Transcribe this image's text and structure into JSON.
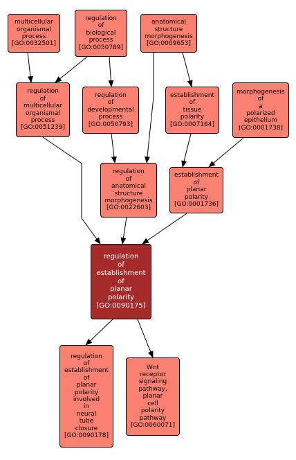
{
  "colors": {
    "node_fill": "#fa8072",
    "main_fill": "#a52a2a",
    "main_text": "#ffffff",
    "edge": "#000000"
  },
  "nodes": [
    {
      "id": "n1",
      "label": "multicellular\norganismal\nprocess\n[GO:0032501]"
    },
    {
      "id": "n2",
      "label": "regulation\nof\nbiological\nprocess\n[GO:0050789]"
    },
    {
      "id": "n3",
      "label": "anatomical\nstructure\nmorphogenesis\n[GO:0009653]"
    },
    {
      "id": "n4",
      "label": "regulation\nof\nmulticellular\norganismal\nprocess\n[GO:0051239]"
    },
    {
      "id": "n5",
      "label": "regulation\nof\ndevelopmental\nprocess\n[GO:0050793]"
    },
    {
      "id": "n6",
      "label": "establishment\nof\ntissue\npolarity\n[GO:0007164]"
    },
    {
      "id": "n7",
      "label": "morphogenesis\nof\na\npolarized\nepithelium\n[GO:0001738]"
    },
    {
      "id": "n8",
      "label": "regulation\nof\nanatomical\nstructure\nmorphogenesis\n[GO:0022603]"
    },
    {
      "id": "n9",
      "label": "establishment\nof\nplanar\npolarity\n[GO:0001736]"
    },
    {
      "id": "n10",
      "label": "regulation\nof\nestablishment\nof\nplanar\npolarity\n[GO:0090175]"
    },
    {
      "id": "n11",
      "label": "regulation\nof\nestablishment\nof\nplanar\npolarity\ninvolved\nin\nneural\ntube\nclosure\n[GO:0090178]"
    },
    {
      "id": "n12",
      "label": "Wnt\nreceptor\nsignaling\npathway,\nplanar\ncell\npolarity\npathway\n[GO:0060071]"
    }
  ]
}
